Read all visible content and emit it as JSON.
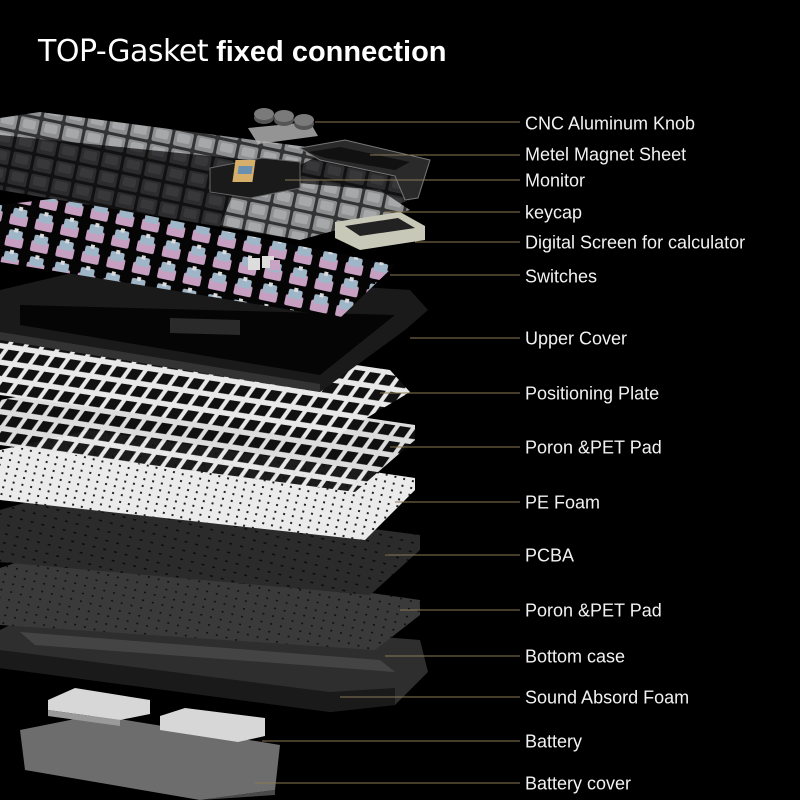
{
  "title": {
    "part1": "TOP-Gasket",
    "part2": "fixed connection"
  },
  "callouts": [
    "CNC Aluminum Knob",
    "Metel Magnet Sheet",
    "Monitor",
    "keycap",
    "Digital Screen  for calculator",
    "Switches",
    "Upper Cover",
    "Positioning Plate",
    "Poron &PET Pad",
    "PE Foam",
    "PCBA",
    "Poron &PET Pad",
    "Bottom case",
    "Sound Absord Foam",
    "Battery",
    "Battery cover"
  ],
  "colors": {
    "background": "#000000",
    "leader_line": "#8a7a55",
    "keycap_dark": "#2a2a2c",
    "keycap_grey": "#8a8c8e",
    "switch_pink": "#c9a3c3",
    "plate": "#e6e6e6"
  }
}
